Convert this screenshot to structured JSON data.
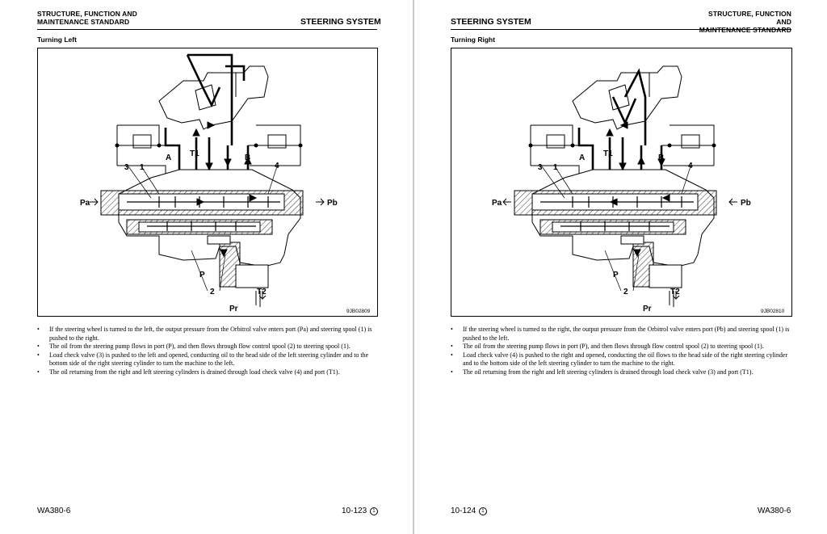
{
  "left_page": {
    "header_top": "STRUCTURE, FUNCTION AND",
    "header_bottom": "MAINTENANCE STANDARD",
    "section_title": "STEERING SYSTEM",
    "subtitle": "Turning Left",
    "figure": {
      "figure_id": "9JB02809",
      "labels": {
        "a": "A",
        "b": "B",
        "t1": "T1",
        "t2": "T2",
        "p": "P",
        "pr": "Pr",
        "pa": "Pa",
        "pb": "Pb",
        "n1": "1",
        "n2": "2",
        "n3": "3",
        "n4": "4"
      }
    },
    "bullets": [
      "If the steering wheel is turned to the left, the output pressure from the Orbitrol valve enters port (Pa) and steering spool (1) is pushed to the right.",
      "The oil from the steering pump flows in port (P), and then flows through flow control spool (2) to steering spool (1).",
      "Load check valve (3) is pushed to the left and opened, conducting oil to the head side of the left steering cylinder and to the bottom side of the right steering cylinder to turn the machine to the left.",
      "The oil returning from the right and left steering cylinders is drained through load check valve (4) and port (T1)."
    ],
    "footer_model": "WA380-6",
    "footer_page": "10-123",
    "footer_mark": "1"
  },
  "right_page": {
    "header_top": "STRUCTURE, FUNCTION AND",
    "header_bottom": "MAINTENANCE STANDARD",
    "section_title": "STEERING SYSTEM",
    "subtitle": "Turning Right",
    "figure": {
      "figure_id": "9JB02810",
      "labels": {
        "a": "A",
        "b": "B",
        "t1": "T1",
        "t2": "T2",
        "p": "P",
        "pr": "Pr",
        "pa": "Pa",
        "pb": "Pb",
        "n1": "1",
        "n2": "2",
        "n3": "3",
        "n4": "4"
      }
    },
    "bullets": [
      "If the steering wheel is turned to the right, the output pressure from the Orbitrol valve enters port (Pb) and steering spool (1) is pushed to the left.",
      "The oil from the steering pump flows in port (P), and then flows through flow control spool (2) to steering spool (1).",
      "Load check valve (4) is pushed to the right and opened, conducting the oil flows to the head side of the right steering cylinder and to the bottom side of the left steering cylinder to turn the machine to the right.",
      "The oil returning from the right and left steering cylinders is drained through load check valve (3) and port (T1)."
    ],
    "footer_page": "10-124",
    "footer_mark": "1",
    "footer_model": "WA380-6"
  },
  "bullet_glyph": "•"
}
